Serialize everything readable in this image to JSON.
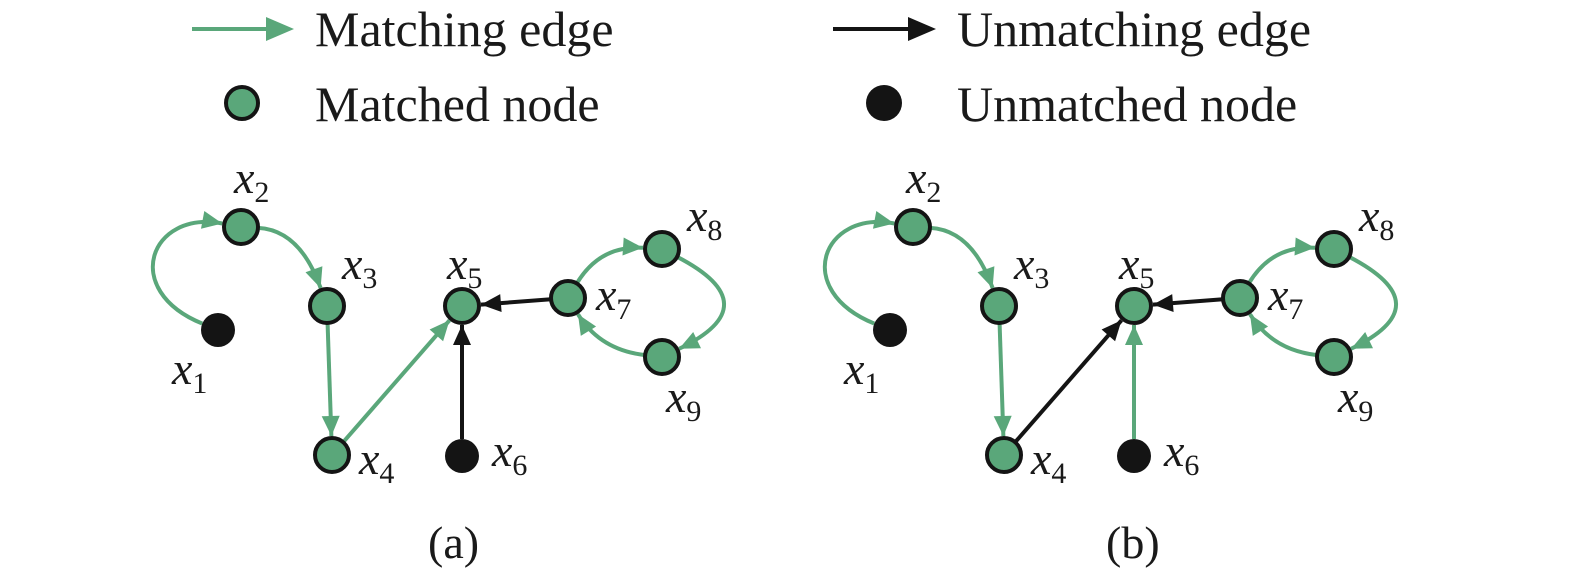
{
  "colors": {
    "matching": "#5aa77a",
    "matched_node": "#5aa77a",
    "unmatching": "#141414",
    "unmatched_node": "#141414",
    "node_stroke": "#141414"
  },
  "legend": {
    "matching_edge": "Matching edge",
    "unmatching_edge": "Unmatching edge",
    "matched_node": "Matched node",
    "unmatched_node": "Unmatched node"
  },
  "nodes": [
    {
      "id": "x1",
      "letter": "x",
      "sub": "1"
    },
    {
      "id": "x2",
      "letter": "x",
      "sub": "2"
    },
    {
      "id": "x3",
      "letter": "x",
      "sub": "3"
    },
    {
      "id": "x4",
      "letter": "x",
      "sub": "4"
    },
    {
      "id": "x5",
      "letter": "x",
      "sub": "5"
    },
    {
      "id": "x6",
      "letter": "x",
      "sub": "6"
    },
    {
      "id": "x7",
      "letter": "x",
      "sub": "7"
    },
    {
      "id": "x8",
      "letter": "x",
      "sub": "8"
    },
    {
      "id": "x9",
      "letter": "x",
      "sub": "9"
    }
  ],
  "panels": [
    {
      "caption": "(a)",
      "node_state": {
        "x1": "unmatched",
        "x2": "matched",
        "x3": "matched",
        "x4": "matched",
        "x5": "matched",
        "x6": "unmatched",
        "x7": "matched",
        "x8": "matched",
        "x9": "matched"
      },
      "edges": [
        {
          "from": "x1",
          "to": "x2",
          "kind": "matching",
          "shape": "curve"
        },
        {
          "from": "x2",
          "to": "x3",
          "kind": "matching",
          "shape": "curve"
        },
        {
          "from": "x3",
          "to": "x4",
          "kind": "matching",
          "shape": "straight"
        },
        {
          "from": "x4",
          "to": "x5",
          "kind": "matching",
          "shape": "straight"
        },
        {
          "from": "x6",
          "to": "x5",
          "kind": "unmatching",
          "shape": "straight"
        },
        {
          "from": "x7",
          "to": "x5",
          "kind": "unmatching",
          "shape": "straight"
        },
        {
          "from": "x7",
          "to": "x8",
          "kind": "matching",
          "shape": "curve"
        },
        {
          "from": "x8",
          "to": "x9",
          "kind": "matching",
          "shape": "curve"
        },
        {
          "from": "x9",
          "to": "x7",
          "kind": "matching",
          "shape": "curve"
        }
      ]
    },
    {
      "caption": "(b)",
      "node_state": {
        "x1": "unmatched",
        "x2": "matched",
        "x3": "matched",
        "x4": "matched",
        "x5": "matched",
        "x6": "unmatched",
        "x7": "matched",
        "x8": "matched",
        "x9": "matched"
      },
      "edges": [
        {
          "from": "x1",
          "to": "x2",
          "kind": "matching",
          "shape": "curve"
        },
        {
          "from": "x2",
          "to": "x3",
          "kind": "matching",
          "shape": "curve"
        },
        {
          "from": "x3",
          "to": "x4",
          "kind": "matching",
          "shape": "straight"
        },
        {
          "from": "x4",
          "to": "x5",
          "kind": "unmatching",
          "shape": "straight"
        },
        {
          "from": "x6",
          "to": "x5",
          "kind": "matching",
          "shape": "straight"
        },
        {
          "from": "x7",
          "to": "x5",
          "kind": "unmatching",
          "shape": "straight"
        },
        {
          "from": "x7",
          "to": "x8",
          "kind": "matching",
          "shape": "curve"
        },
        {
          "from": "x8",
          "to": "x9",
          "kind": "matching",
          "shape": "curve"
        },
        {
          "from": "x9",
          "to": "x7",
          "kind": "matching",
          "shape": "curve"
        }
      ]
    }
  ]
}
